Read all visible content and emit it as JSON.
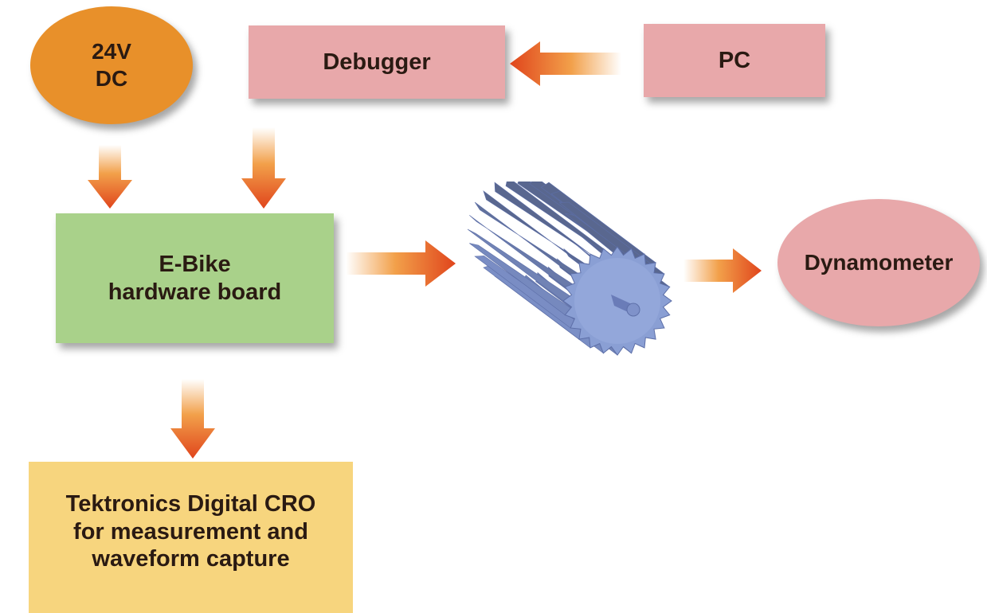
{
  "nodes": {
    "power": {
      "lines": [
        "24V",
        "DC"
      ],
      "color": "#e8902a"
    },
    "debugger": {
      "label": "Debugger",
      "color": "#e8a8aa"
    },
    "pc": {
      "label": "PC",
      "color": "#e8a8aa"
    },
    "ebike": {
      "lines": [
        "E-Bike",
        "hardware board"
      ],
      "color": "#a9d18a"
    },
    "dynamometer": {
      "label": "Dynamometer",
      "color": "#e8a8aa"
    },
    "cro": {
      "lines": [
        "Tektronics Digital CRO",
        "for measurement and",
        "waveform capture"
      ],
      "color": "#f7d57e"
    }
  },
  "connections": [
    {
      "from": "pc",
      "to": "debugger"
    },
    {
      "from": "power",
      "to": "ebike"
    },
    {
      "from": "debugger",
      "to": "ebike"
    },
    {
      "from": "ebike",
      "to": "motor"
    },
    {
      "from": "motor",
      "to": "dynamometer"
    },
    {
      "from": "ebike",
      "to": "cro"
    }
  ],
  "motor": {
    "icon": "motor-gear-icon",
    "color": "#7b8fc6"
  },
  "arrow_colors": {
    "head": "#e0451c",
    "mid": "#ef8a2a",
    "tail": "#ffffff"
  }
}
